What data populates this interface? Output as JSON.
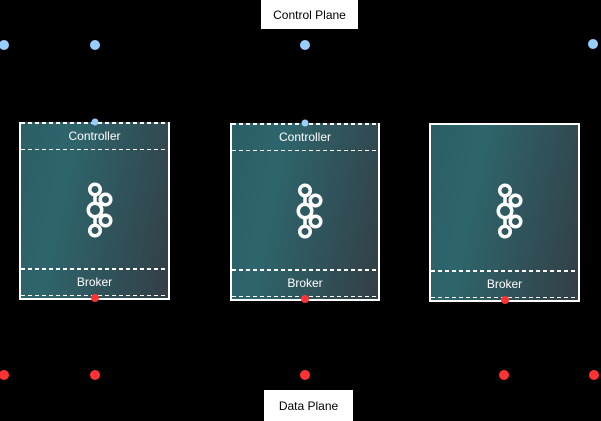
{
  "diagram": {
    "control_plane": {
      "label": "Control Plane"
    },
    "data_plane": {
      "label": "Data Plane"
    },
    "nodes": [
      {
        "controller_label": "Controller",
        "broker_label": "Broker",
        "icon": "kafka-logo"
      },
      {
        "controller_label": "Controller",
        "broker_label": "Broker",
        "icon": "kafka-logo"
      },
      {
        "broker_label": "Broker",
        "icon": "kafka-logo"
      }
    ],
    "colors": {
      "background": "#000000",
      "controller_endpoint_dot": "#99ccff",
      "broker_endpoint_dot": "#ff3333",
      "node_border": "#ffffff",
      "node_gradient_left": "#2b5e65",
      "node_gradient_right": "#333e46",
      "node_label_text": "#ffffff",
      "plane_label_background": "#ffffff",
      "plane_label_text": "#000000"
    }
  }
}
